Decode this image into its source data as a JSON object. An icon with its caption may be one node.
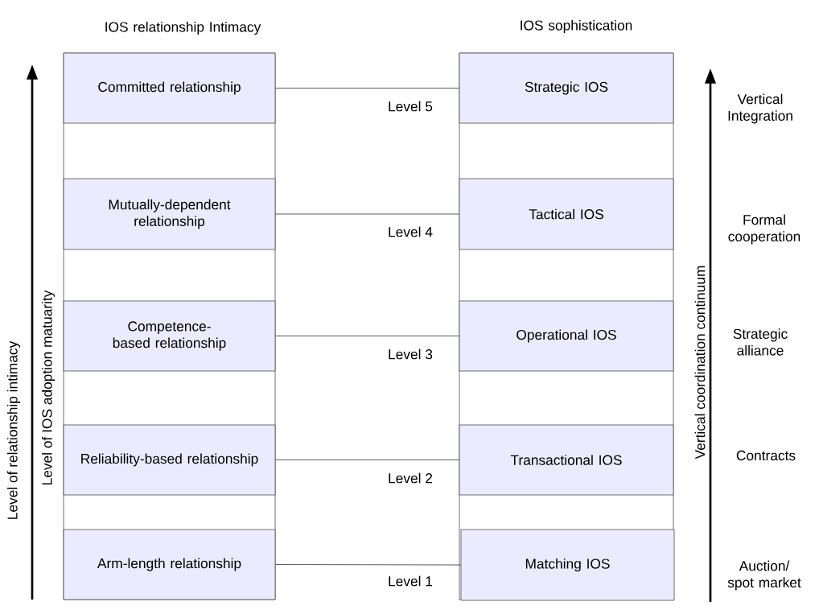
{
  "diagram": {
    "nodes": [
      {
        "text": [
          "Committed relationship"
        ]
      },
      {
        "text": [
          "Mutually-dependent relationship"
        ]
      },
      {
        "text": [
          "Competence-based relationship"
        ]
      },
      {
        "text": [
          "Reliability-based relationship"
        ]
      },
      {
        "text": [
          "Arm-length relationship"
        ]
      },
      {
        "text": [
          "Strategic IOS"
        ]
      },
      {
        "text": [
          "Tactical IOS"
        ]
      },
      {
        "text": [
          "Operational IOS"
        ]
      },
      {
        "text": [
          "Transactional IOS"
        ]
      },
      {
        "text": [
          "Matching IOS"
        ]
      }
    ],
    "edges": [
      {
        "from": 0,
        "to": 5,
        "arrow": "none",
        "label": "Level 5"
      },
      {
        "from": 1,
        "to": 6,
        "arrow": "none",
        "label": "Level 4"
      },
      {
        "from": 2,
        "to": 7,
        "arrow": "none",
        "label": "Level 3"
      },
      {
        "from": 3,
        "to": 8,
        "arrow": "none",
        "label": "Level 2"
      },
      {
        "from": 4,
        "to": 9,
        "arrow": "none",
        "label": "Level 1"
      }
    ],
    "labels": [
      "IOS relationship Intimacy",
      "IOS sophistication",
      "Vertical Integration",
      "Formal cooperation",
      "Strategic alliance",
      "Contracts",
      "Level of relationship intimacy",
      "Level of IOS adoption matuarity",
      "Vertical coordination continuum",
      "Auction/ spot market"
    ]
  }
}
